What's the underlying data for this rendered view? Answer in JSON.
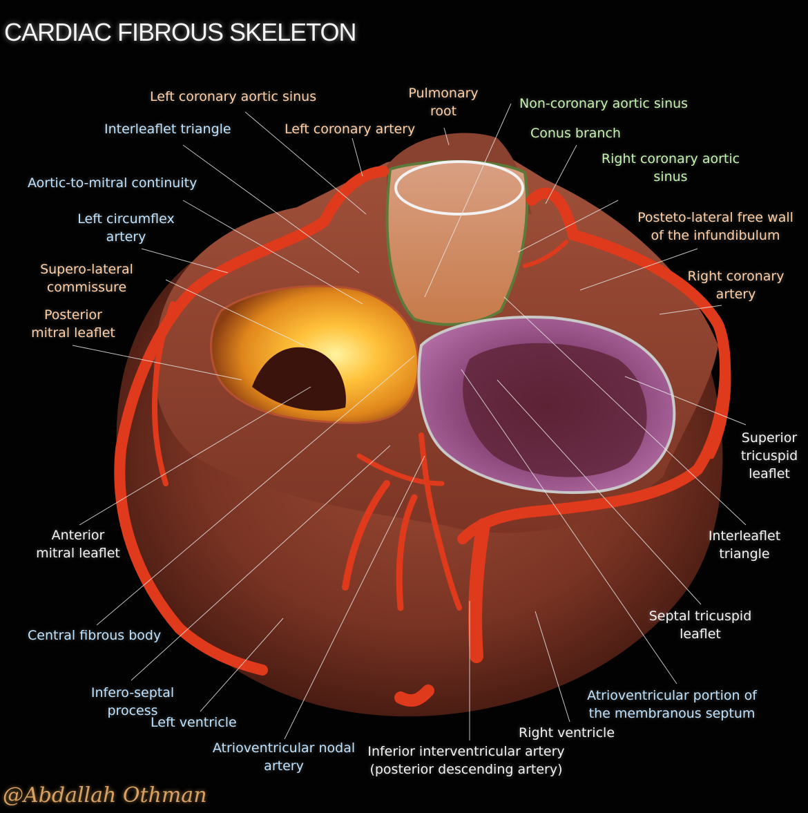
{
  "title": "CARDIAC FIBROUS SKELETON",
  "credit": "@Abdallah Othman",
  "colors": {
    "background": "#020202",
    "label_orange": "#ffcfa8",
    "label_blue": "#bfe3ff",
    "label_green": "#c4f2b0",
    "label_white": "#f4f4f4",
    "credit": "#d9a262",
    "artery": "#e03a1c",
    "heart_muscle": "#7a3424",
    "fibrous_ring": "#c9c9c9"
  },
  "labels": {
    "left_coronary_aortic_sinus": [
      "Left coronary aortic sinus"
    ],
    "pulmonary_root": [
      "Pulmonary",
      "root"
    ],
    "non_coronary_aortic_sinus": [
      "Non-coronary aortic sinus"
    ],
    "interleaflet_triangle_left": [
      "Interleaflet triangle"
    ],
    "left_coronary_artery": [
      "Left coronary artery"
    ],
    "conus_branch": [
      "Conus branch"
    ],
    "right_coronary_aortic_sinus": [
      "Right coronary aortic",
      "sinus"
    ],
    "aortic_to_mitral_continuity": [
      "Aortic-to-mitral continuity"
    ],
    "left_circumflex_artery": [
      "Left circumflex",
      "artery"
    ],
    "posterolateral_free_wall": [
      "Posteto-lateral free wall",
      "of the infundibulum"
    ],
    "supero_lateral_commissure": [
      "Supero-lateral",
      "commissure"
    ],
    "right_coronary_artery": [
      "Right coronary",
      "artery"
    ],
    "posterior_mitral_leaflet": [
      "Posterior",
      "mitral leaflet"
    ],
    "superior_tricuspid_leaflet": [
      "Superior",
      "tricuspid",
      "leaflet"
    ],
    "anterior_mitral_leaflet": [
      "Anterior",
      "mitral leaflet"
    ],
    "interleaflet_triangle_right": [
      "Interleaflet",
      "triangle"
    ],
    "central_fibrous_body": [
      "Central fibrous body"
    ],
    "septal_tricuspid_leaflet": [
      "Septal tricuspid",
      "leaflet"
    ],
    "infero_septal_process": [
      "Infero-septal",
      "process"
    ],
    "left_ventricle": [
      "Left ventricle"
    ],
    "av_portion_membranous_septum": [
      "Atrioventricular portion of",
      "the membranous septum"
    ],
    "right_ventricle": [
      "Right ventricle"
    ],
    "av_nodal_artery": [
      "Atrioventricular nodal",
      "artery"
    ],
    "inferior_interventricular_artery": [
      "Inferior interventricular artery",
      "(posterior descending artery)"
    ]
  }
}
